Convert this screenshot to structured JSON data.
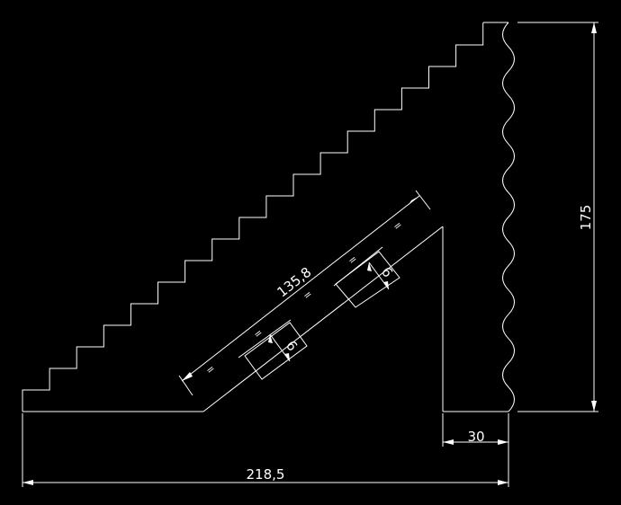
{
  "drawing": {
    "background": "#000000",
    "line_color": "#ffffff",
    "dimensions": {
      "width_total": "218,5",
      "base_width": "30",
      "height": "175",
      "slot_length": "135,8",
      "slot_width_1": "6",
      "slot_width_2": "6",
      "equal_mark": "="
    }
  }
}
